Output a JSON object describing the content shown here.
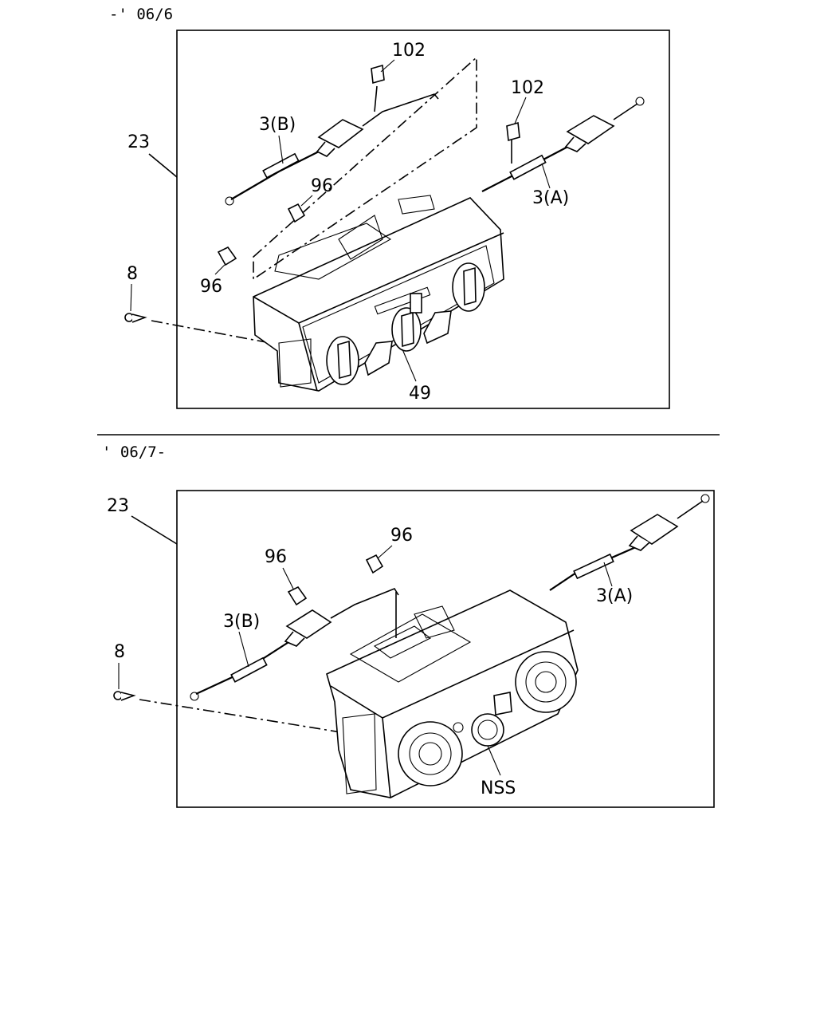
{
  "top_section": {
    "period_label": "-' 06/6",
    "callouts": {
      "frame": "23",
      "clip_left": "102",
      "clip_right": "102",
      "cable_b": "3(B)",
      "cable_a": "3(A)",
      "bulb_upper": "96",
      "bulb_lower": "96",
      "screw": "8",
      "control_unit": "49"
    }
  },
  "bottom_section": {
    "period_label": "' 06/7-",
    "callouts": {
      "frame": "23",
      "bulb_right": "96",
      "bulb_left": "96",
      "cable_b": "3(B)",
      "cable_a": "3(A)",
      "screw": "8",
      "control_unit": "NSS"
    }
  }
}
